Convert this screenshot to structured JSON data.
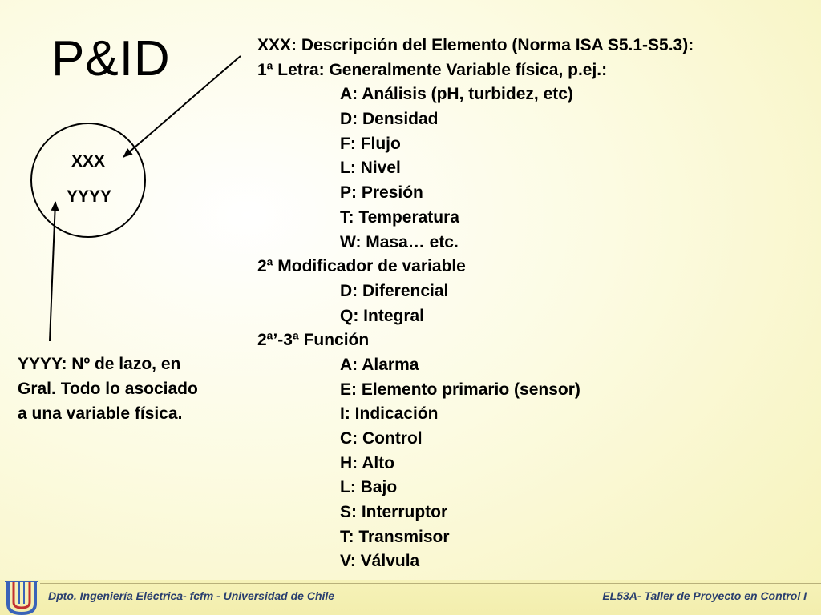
{
  "title": "P&ID",
  "tag_symbol": {
    "code": "XXX",
    "loop": "YYYY"
  },
  "loop_note": {
    "lines": [
      "YYYY: Nº de lazo, en",
      "Gral. Todo lo asociado",
      "a una variable física."
    ]
  },
  "legend": {
    "heading": "XXX: Descripción del Elemento (Norma ISA S5.1-S5.3):",
    "first_letter": {
      "heading": "1ª Letra: Generalmente Variable física, p.ej.:",
      "items": [
        "A: Análisis (pH, turbidez, etc)",
        "D: Densidad",
        "F: Flujo",
        "L: Nivel",
        "P: Presión",
        "T: Temperatura",
        "W: Masa… etc."
      ]
    },
    "modifier": {
      "heading": "2ª  Modificador de variable",
      "items": [
        "D: Diferencial",
        "Q: Integral"
      ]
    },
    "function": {
      "heading": "2ª’-3ª Función",
      "items": [
        "A: Alarma",
        "E: Elemento primario (sensor)",
        "I: Indicación",
        "C: Control",
        "H: Alto",
        "L: Bajo",
        "S: Interruptor",
        "T: Transmisor",
        "V: Válvula"
      ]
    }
  },
  "footer": {
    "department": "Dpto.  Ingeniería Eléctrica- fcfm - Universidad de Chile",
    "course": "EL53A- Taller de Proyecto en Control I"
  },
  "colors": {
    "background": "#f6f2b8",
    "footer_text": "#2a3f6f",
    "logo_blue": "#3a63b8",
    "logo_red": "#c23030"
  }
}
